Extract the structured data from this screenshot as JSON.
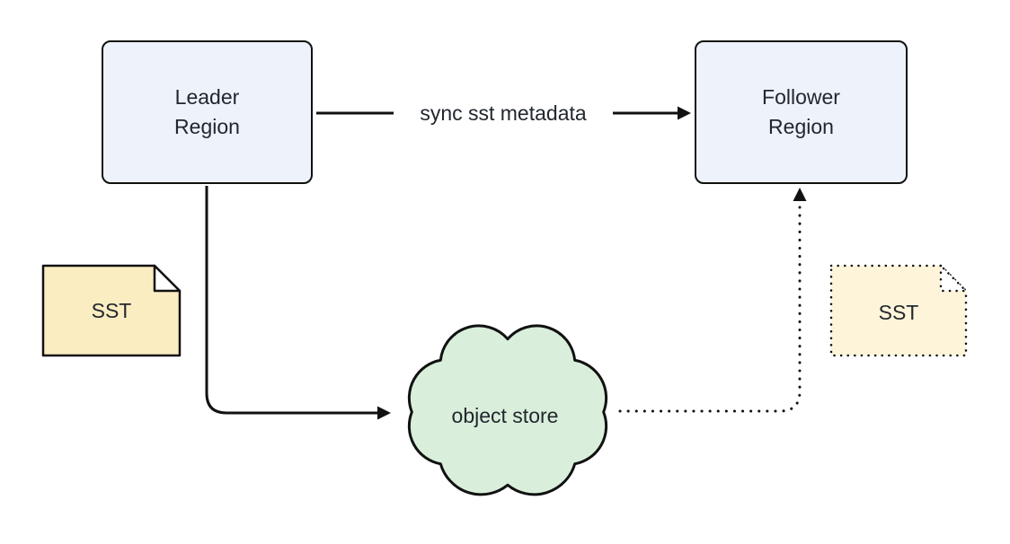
{
  "colors": {
    "region_fill": "#eef2fb",
    "sst_fill": "#fbedc2",
    "sst_fill_dotted": "#fdf4d9",
    "sst_fold_fill": "#ffffff",
    "cloud_fill": "#d9efdb",
    "stroke": "#111111",
    "text": "#22272e",
    "background": "#ffffff"
  },
  "nodes": {
    "leader": {
      "label": "Leader\nRegion"
    },
    "follower": {
      "label": "Follower\nRegion"
    },
    "object_store": {
      "label": "object store"
    },
    "sst_left": {
      "label": "SST"
    },
    "sst_right": {
      "label": "SST"
    }
  },
  "edges": {
    "sync": {
      "label": "sync sst metadata"
    }
  }
}
